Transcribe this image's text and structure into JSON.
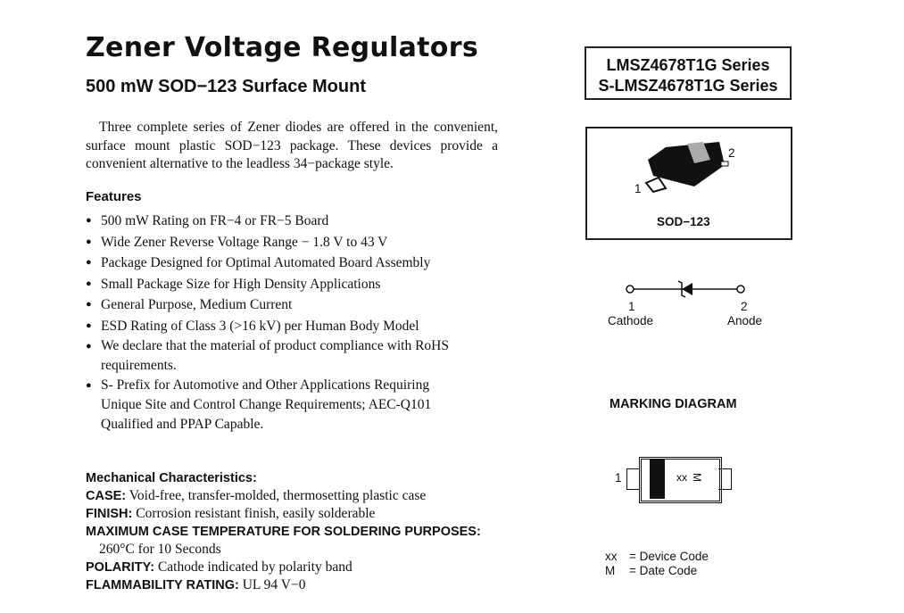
{
  "title": "Zener Voltage Regulators",
  "subtitle": "500 mW SOD−123 Surface Mount",
  "intro": "Three complete series of Zener diodes are offered in the convenient, surface mount plastic SOD−123 package. These devices provide a convenient alternative to the leadless 34−package style.",
  "features_heading": "Features",
  "features": [
    "500 mW Rating on FR−4 or FR−5 Board",
    "Wide Zener Reverse Voltage Range − 1.8 V to 43 V",
    "Package Designed for Optimal Automated Board Assembly",
    "Small Package Size for High Density Applications",
    "General Purpose, Medium Current",
    "ESD Rating of Class 3 (>16 kV) per Human Body Model",
    "We declare that the material of product compliance with RoHS requirements.",
    "S- Prefix for Automotive and Other Applications Requiring Unique Site and Control Change Requirements; AEC-Q101 Qualified and PPAP Capable."
  ],
  "mechanical": {
    "heading": "Mechanical Characteristics:",
    "case_label": "CASE:",
    "case": "Void-free, transfer-molded, thermosetting plastic case",
    "finish_label": "FINISH:",
    "finish": "Corrosion resistant finish, easily solderable",
    "maxtemp_label": "MAXIMUM CASE TEMPERATURE FOR SOLDERING PURPOSES:",
    "maxtemp": "260°C for 10 Seconds",
    "polarity_label": "POLARITY:",
    "polarity": "Cathode indicated by polarity band",
    "flam_label": "FLAMMABILITY RATING:",
    "flam": "UL 94 V−0"
  },
  "series": [
    "LMSZ4678T1G Series",
    "S-LMSZ4678T1G Series"
  ],
  "package": {
    "name": "SOD−123",
    "pin1": "1",
    "pin2": "2"
  },
  "symbol": {
    "pin1": "1",
    "pin1_name": "Cathode",
    "pin2": "2",
    "pin2_name": "Anode"
  },
  "marking": {
    "heading": "MARKING DIAGRAM",
    "pin": "1",
    "code": "xx",
    "date": "M",
    "legend": [
      {
        "key": "xx",
        "value": "= Device Code"
      },
      {
        "key": "M",
        "value": "= Date Code"
      }
    ]
  }
}
